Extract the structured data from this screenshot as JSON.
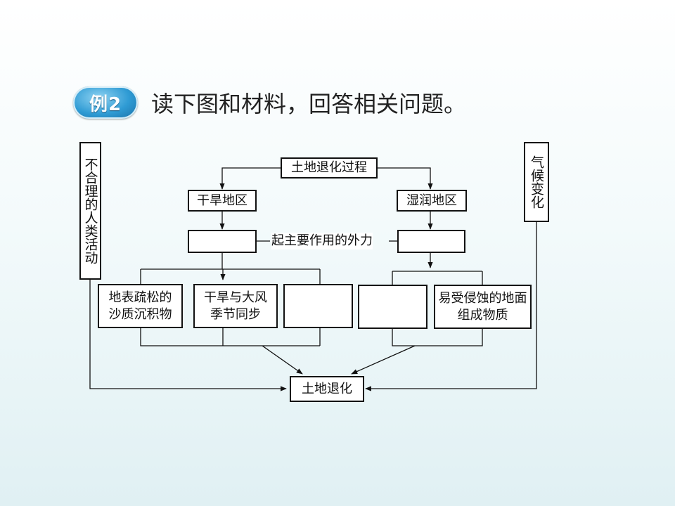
{
  "header": {
    "badge": "例2",
    "title": "读下图和材料，回答相关问题。"
  },
  "diagram": {
    "top": "土地退化过程",
    "left_factor": "不合理的人类活动",
    "right_factor": "气候变化",
    "dry_region": "干旱地区",
    "wet_region": "湿润地区",
    "force_label": "起主要作用的外力",
    "dry_force_blank": "",
    "wet_force_blank": "",
    "dry_cond_1": "地表疏松的沙质沉积物",
    "dry_cond_2": "干旱与大风季节同步",
    "dry_cond_3_blank": "",
    "wet_cond_1_blank": "",
    "wet_cond_2": "易受侵蚀的地面组成物质",
    "result": "土地退化"
  }
}
